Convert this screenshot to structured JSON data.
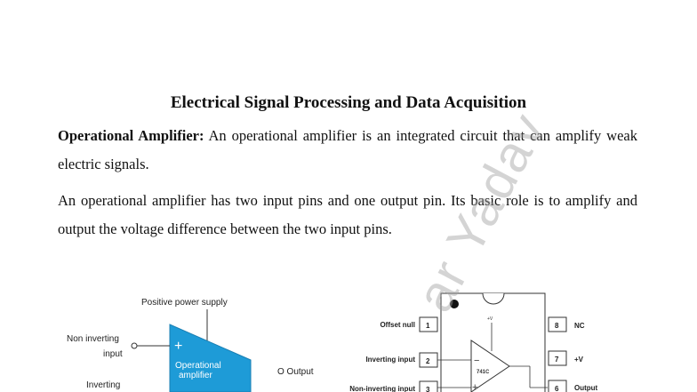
{
  "title": "Electrical Signal Processing and Data Acquisition",
  "paragraph1": {
    "term": "Operational Amplifier:",
    "text": " An operational amplifier is an integrated circuit that can amplify weak electric signals."
  },
  "paragraph2": "An operational amplifier has two input pins and one output pin. Its basic role is to amplify and output the voltage difference between the two input pins.",
  "watermark": "ar Yadav",
  "opamp_diagram": {
    "positive_supply": "Positive power supply",
    "non_inverting_1": "Non inverting",
    "non_inverting_2": "input",
    "inverting": "Inverting",
    "label_1": "Operational",
    "label_2": "amplifier",
    "output": "O Output",
    "plus": "+",
    "accent_color": "#1e9bd7"
  },
  "ic_diagram": {
    "chip": "741C",
    "pin_labels_left": [
      "Offset null",
      "Inverting input",
      "Non-inverting input"
    ],
    "pin_numbers_left": [
      "1",
      "2",
      "3"
    ],
    "pin_numbers_right": [
      "8",
      "7",
      "6"
    ],
    "pin_labels_right": [
      "NC",
      "+V",
      "Output"
    ],
    "vplus_small": "+V",
    "minus": "−",
    "plus": "+"
  }
}
